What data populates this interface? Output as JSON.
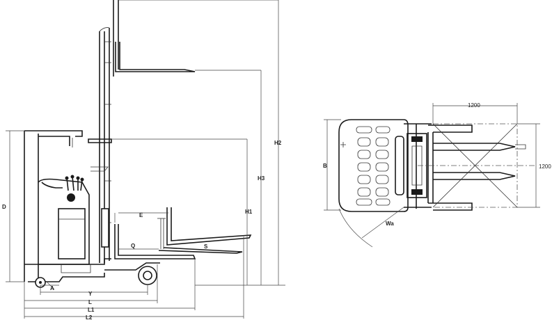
{
  "side_view": {
    "labels": {
      "A": "A",
      "Y": "Y",
      "L": "L",
      "L1": "L1",
      "L2": "L2",
      "D": "D",
      "E": "E",
      "Q": "Q",
      "S": "S",
      "H1": "H1",
      "H2": "H2",
      "H3": "H3"
    }
  },
  "top_view": {
    "labels": {
      "B": "B",
      "Wa": "Wa",
      "width_top": "1200",
      "width_right": "1200"
    }
  }
}
